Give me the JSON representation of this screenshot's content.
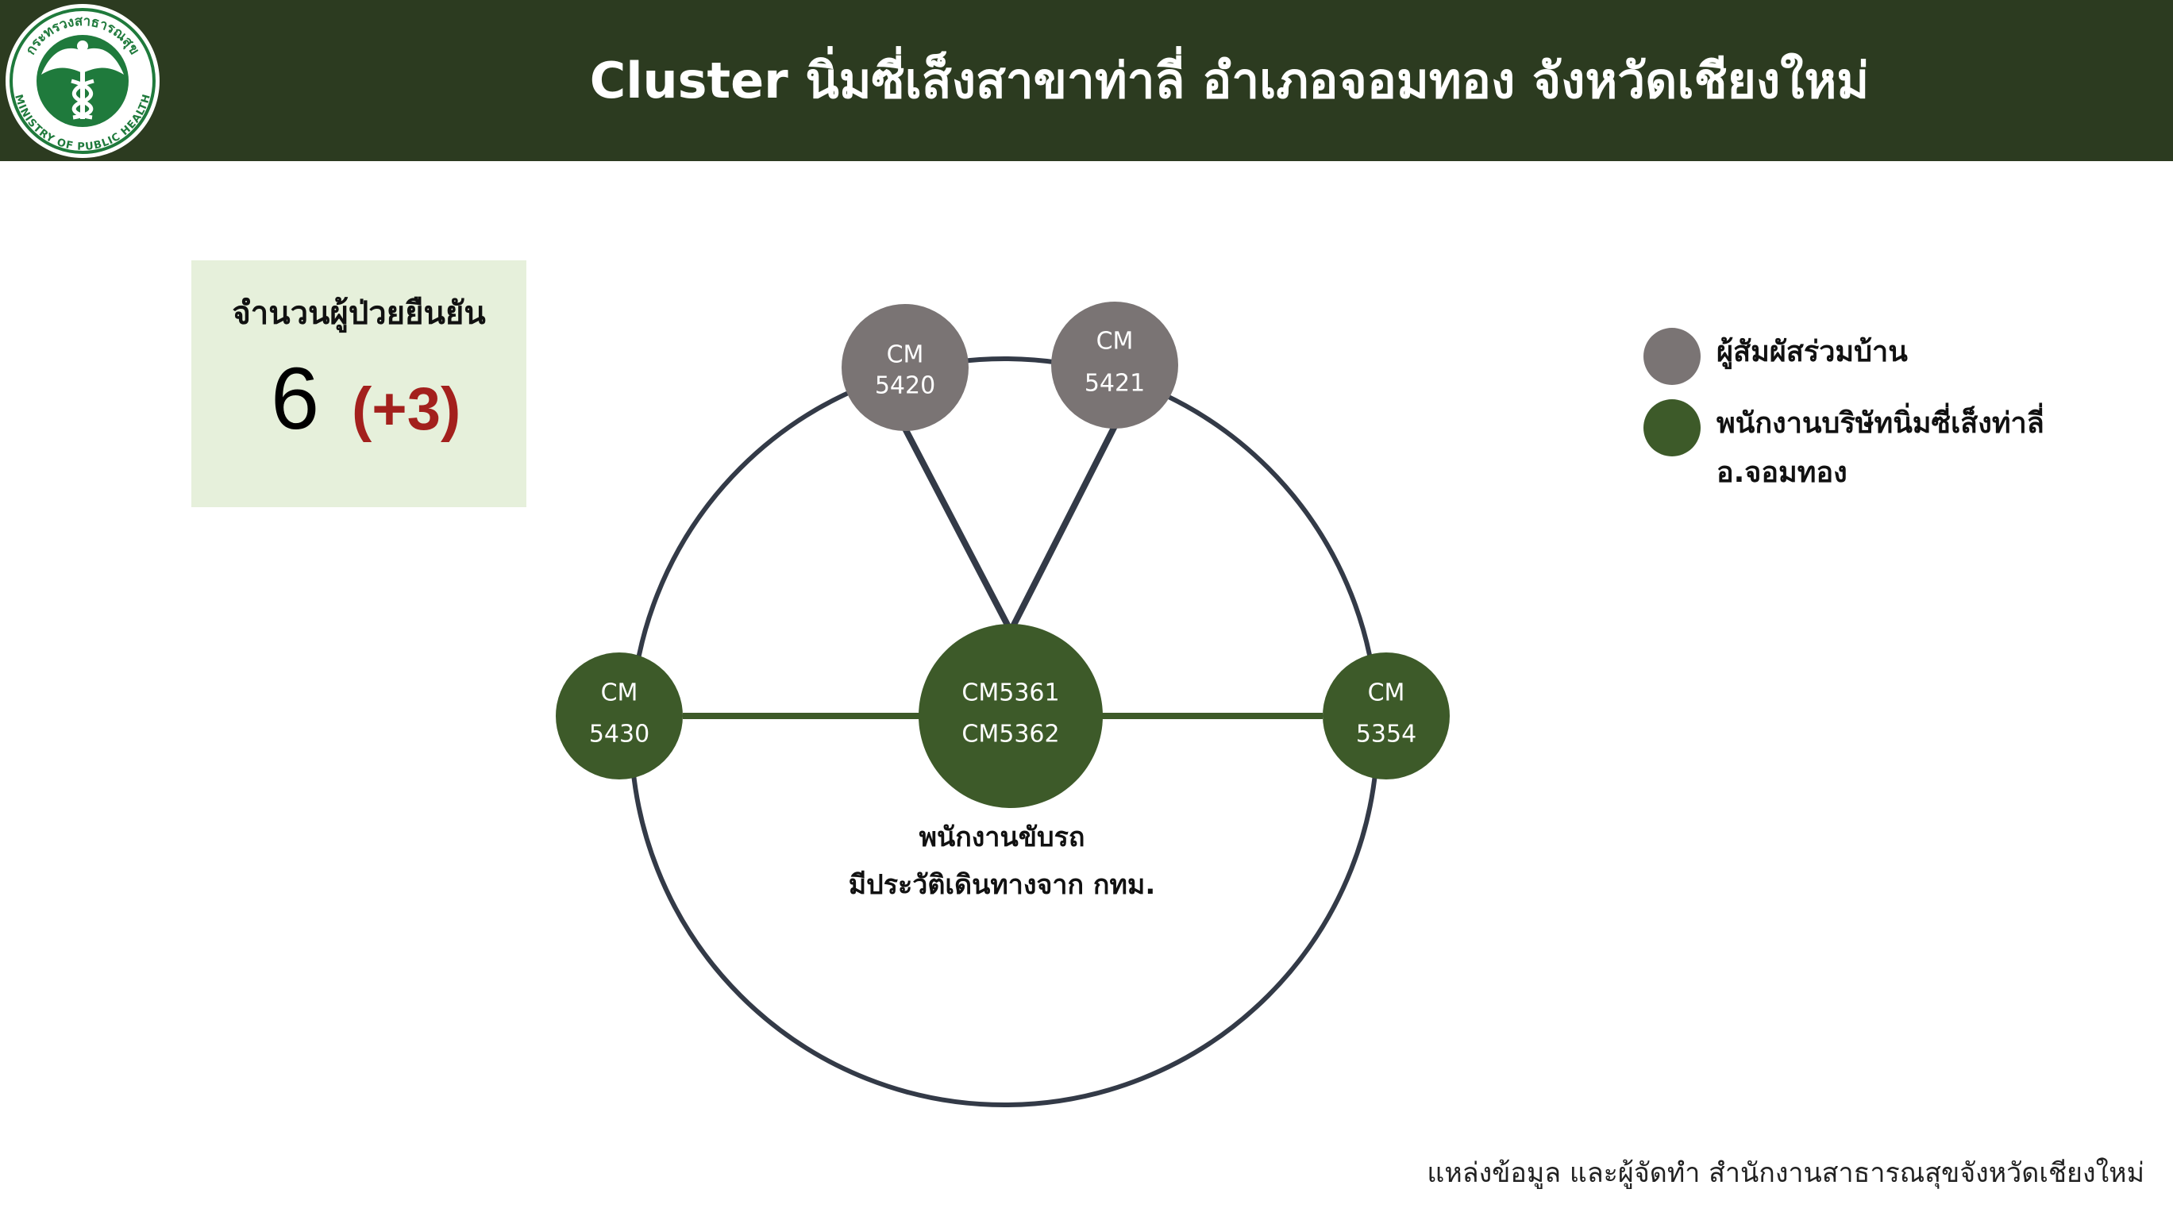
{
  "header": {
    "title": "Cluster นิ่มซี่เส็งสาขาท่าลี่ อำเภอจอมทอง จังหวัดเชียงใหม่",
    "logo_top_text": "กระทรวงสาธารณสุข",
    "logo_bottom_text": "MINISTRY OF PUBLIC HEALTH"
  },
  "stat": {
    "label": "จำนวนผู้ป่วยยืนยัน",
    "value": "6",
    "change": "(+3)"
  },
  "legend": [
    {
      "label": "ผู้สัมผัสร่วมบ้าน",
      "color": "#7a7474"
    },
    {
      "label": "พนักงานบริษัทนิ่มซี่เส็งท่าลี่ อ.จอมทอง",
      "color": "#3d5a29"
    }
  ],
  "nodes": {
    "cm5420": {
      "line1": "CM",
      "line2": "5420",
      "color": "#7a7474"
    },
    "cm5421": {
      "line1": "CM",
      "line2": "5421",
      "color": "#7a7474"
    },
    "cm5430": {
      "line1": "CM",
      "line2": "5430",
      "color": "#3d5a29"
    },
    "center": {
      "line1": "CM5361",
      "line2": "CM5362",
      "color": "#3d5a29"
    },
    "cm5354": {
      "line1": "CM",
      "line2": "5354",
      "color": "#3d5a29"
    }
  },
  "center_caption": {
    "line1": "พนักงานขับรถ",
    "line2": "มีประวัติเดินทางจาก กทม."
  },
  "colors": {
    "header_bg": "#2c3b20",
    "stat_bg": "#e6f0db",
    "change_red": "#a3201d",
    "ring": "#333a47",
    "green_link": "#3d5a29"
  },
  "source": "แหล่งข้อมูล และผู้จัดทำ สำนักงานสาธารณสุขจังหวัดเชียงใหม่"
}
